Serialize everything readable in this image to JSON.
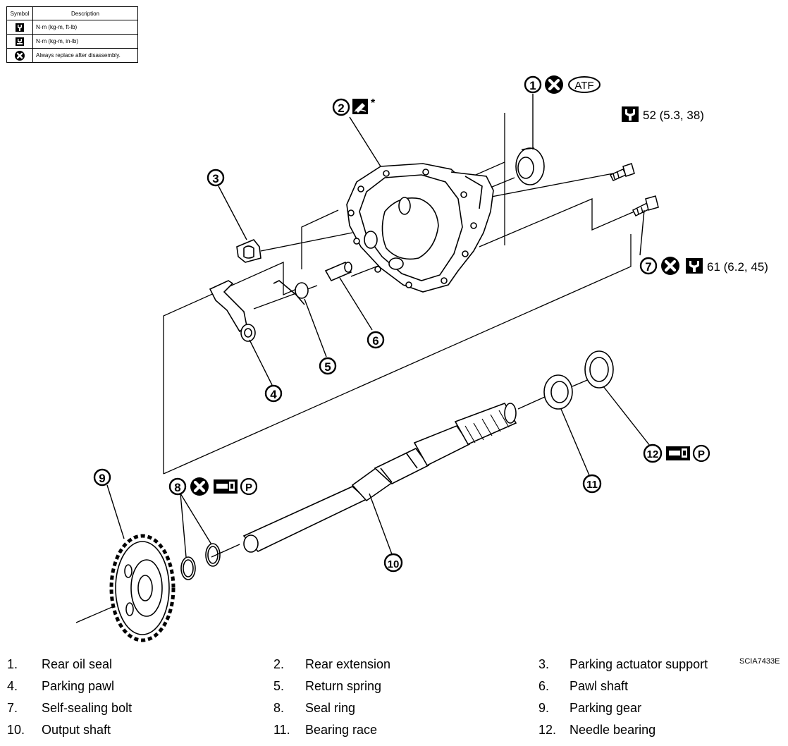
{
  "legend": {
    "header_symbol": "Symbol",
    "header_description": "Description",
    "rows": [
      {
        "icon": "torque-wrench-icon",
        "description": "N·m (kg-m, ft-lb)"
      },
      {
        "icon": "torque-wrench-small-icon",
        "description": "N·m (kg-m, in-lb)"
      },
      {
        "icon": "replace-x-icon",
        "description": "Always replace after disassembly."
      }
    ]
  },
  "callouts": {
    "c1": "1",
    "c2": "2",
    "c3": "3",
    "c4": "4",
    "c5": "5",
    "c6": "6",
    "c7": "7",
    "c8": "8",
    "c9": "9",
    "c10": "10",
    "c11": "11",
    "c12": "12",
    "atf": "ATF",
    "star": "*",
    "p_letter": "P",
    "torque_52": "52  (5.3, 38)",
    "torque_61": "61  (6.2, 45)"
  },
  "image_code": "SCIA7433E",
  "parts": [
    {
      "num": "1.",
      "name": "Rear oil seal"
    },
    {
      "num": "2.",
      "name": "Rear extension"
    },
    {
      "num": "3.",
      "name": "Parking actuator support"
    },
    {
      "num": "4.",
      "name": "Parking pawl"
    },
    {
      "num": "5.",
      "name": "Return spring"
    },
    {
      "num": "6.",
      "name": "Pawl shaft"
    },
    {
      "num": "7.",
      "name": "Self-sealing bolt"
    },
    {
      "num": "8.",
      "name": "Seal ring"
    },
    {
      "num": "9.",
      "name": "Parking gear"
    },
    {
      "num": "10.",
      "name": "Output shaft"
    },
    {
      "num": "11.",
      "name": "Bearing race"
    },
    {
      "num": "12.",
      "name": "Needle bearing"
    }
  ],
  "colors": {
    "ink": "#000000",
    "paper": "#ffffff"
  }
}
